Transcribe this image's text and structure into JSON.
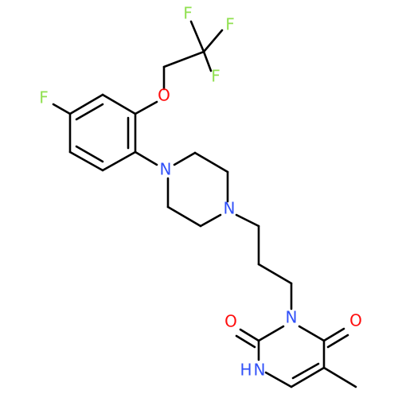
{
  "molecule": {
    "labels": {
      "f_ring": "F",
      "f1": "F",
      "f2": "F",
      "f3": "F",
      "o_ether": "O",
      "n_piperazine_1": "N",
      "n_piperazine_2": "N",
      "o_carbonyl_1": "O",
      "o_carbonyl_2": "O",
      "n_uracil_3": "N",
      "nh": "N",
      "h": "H"
    }
  },
  "colors": {
    "F": "#90e050",
    "O": "#ff0d0d",
    "N": "#3050f8",
    "bond": "#000000"
  }
}
